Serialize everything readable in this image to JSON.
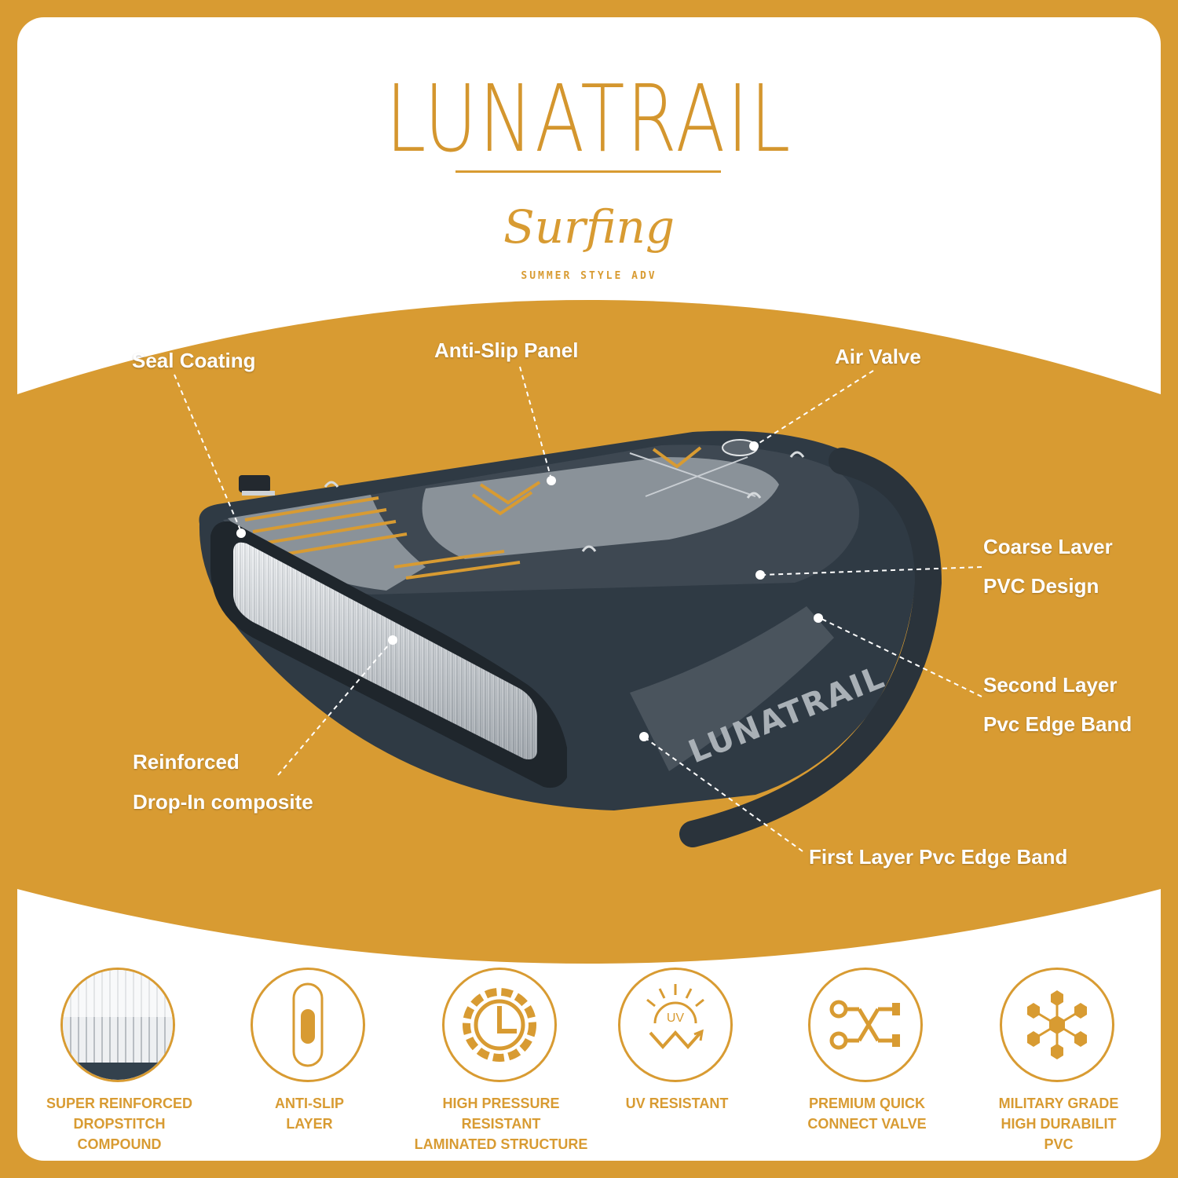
{
  "brand": {
    "name": "LUNATRAIL",
    "script": "Surfing",
    "tagline": "SUMMER STYLE ADV",
    "board_print": "LUNATRAIL"
  },
  "callouts": {
    "seal_coating": "Seal Coating",
    "anti_slip_panel": "Anti-Slip Panel",
    "air_valve": "Air Valve",
    "coarse_layer_1": "Coarse Laver",
    "coarse_layer_2": "PVC Design",
    "second_layer_1": "Second Layer",
    "second_layer_2": "Pvc Edge Band",
    "reinforced_1": "Reinforced",
    "reinforced_2": "Drop-In composite",
    "first_layer": "First Layer Pvc Edge Band"
  },
  "features": [
    {
      "icon": "dropstitch-icon",
      "lines": [
        "SUPER REINFORCED",
        "DROPSTITCH",
        "COMPOUND"
      ]
    },
    {
      "icon": "anti-slip-icon",
      "lines": [
        "ANTI-SLIP",
        "LAYER"
      ]
    },
    {
      "icon": "pressure-gear-icon",
      "lines": [
        "HIGH PRESSURE",
        "RESISTANT",
        "LAMINATED STRUCTURE"
      ]
    },
    {
      "icon": "uv-sun-icon",
      "icon_text": "UV",
      "lines": [
        "UV RESISTANT"
      ]
    },
    {
      "icon": "quick-connect-valve-icon",
      "lines": [
        "PREMIUM QUICK",
        "CONNECT VALVE"
      ]
    },
    {
      "icon": "hexagon-network-icon",
      "lines": [
        "MILITARY GRADE",
        "HIGH DURABILIT",
        "PVC"
      ]
    }
  ],
  "colors": {
    "accent": "#d89b32",
    "board_dark": "#2f3a44",
    "board_grey": "#8a9299",
    "callout_text": "#ffffff"
  }
}
